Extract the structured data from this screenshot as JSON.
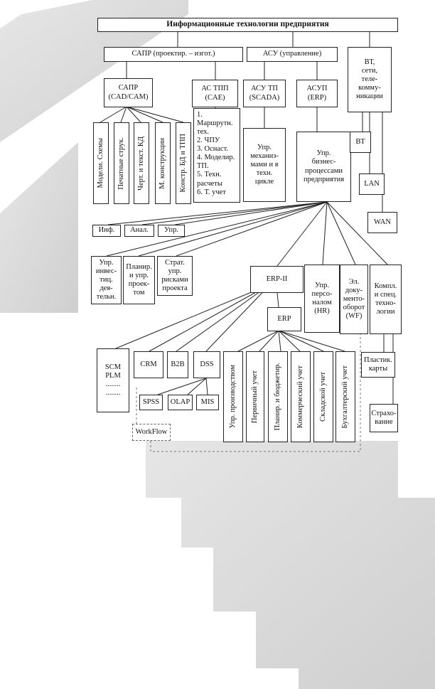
{
  "diagram": {
    "title": "Информационные технологии предприятия",
    "nodes": {
      "sapr_group": "САПР (проектир. – изгот.)",
      "asu_group": "АСУ (управление)",
      "vt_group": "ВТ,\nсети,\nтеле-\nкомму-\nникации",
      "sapr": "САПР\n(CAD/CAM)",
      "astpp": "АС ТПП\n(CAE)",
      "asutp": "АСУ ТП\n(SCADA)",
      "asup": "АСУП\n(ERP)",
      "model_schemes": "Модели. Схемы",
      "print_struct": "Печатные струк.",
      "draw_text_kd": "Черт. и текст. КД",
      "m_construct": "М. конструкции",
      "construct_db": "Констр. БД и ТПП",
      "astpp_list": "1. Маршрутн.\nтех.\n2. ЧПУ\n3. Оснаст.\n4. Моделир.\nТП.\n5. Техн.\nрасчеты\n6. Т. учет",
      "upr_mech": "Упр.\nмеханиз-\nмами и в\nтехн.\nцикле",
      "upr_business": "Упр.\nбизнес-\nпроцессами\nпредприятия",
      "vt": "ВТ",
      "lan": "LAN",
      "wan": "WAN",
      "inf": "Инф.",
      "anal": "Анал.",
      "upr": "Упр.",
      "upr_invest": "Упр.\nинвес-\nтиц.\nдея-\nтельн.",
      "plan_proj": "Планир.\nи упр.\nпроек-\nтом",
      "strat_risk": "Страт.\nупр.\nрисками\nпроекта",
      "erp2": "ERP-II",
      "upr_personal": "Упр.\nперсо-\nналом\n(HR)",
      "el_doc": "Эл.\nдоку-\nменто-\nоборот\n(WF)",
      "compl_tech": "Компл.\nи спец.\nтехно-\nлогии",
      "erp": "ERP",
      "scm_plm": "SCM\nPLM\n........\n........",
      "crm": "CRM",
      "b2b": "B2B",
      "dss": "DSS",
      "spss": "SPSS",
      "olap": "OLAP",
      "mis": "MIS",
      "workflow": "WorkFlow",
      "upr_prod": "Упр. производством",
      "perv_uchet": "Первичный учет",
      "plan_budget": "Планир. и бюджетир.",
      "komm_uchet": "Коммерческий учет",
      "sklad_uchet": "Складской учет",
      "buh_uchet": "Бухгалтерский учет",
      "plastic_cards": "Пластик.\nкарты",
      "insurance": "Страхо-\nвание"
    }
  },
  "colors": {
    "line": "#222222",
    "dashed": "#777777",
    "background_gray": "#dcdcdc"
  }
}
